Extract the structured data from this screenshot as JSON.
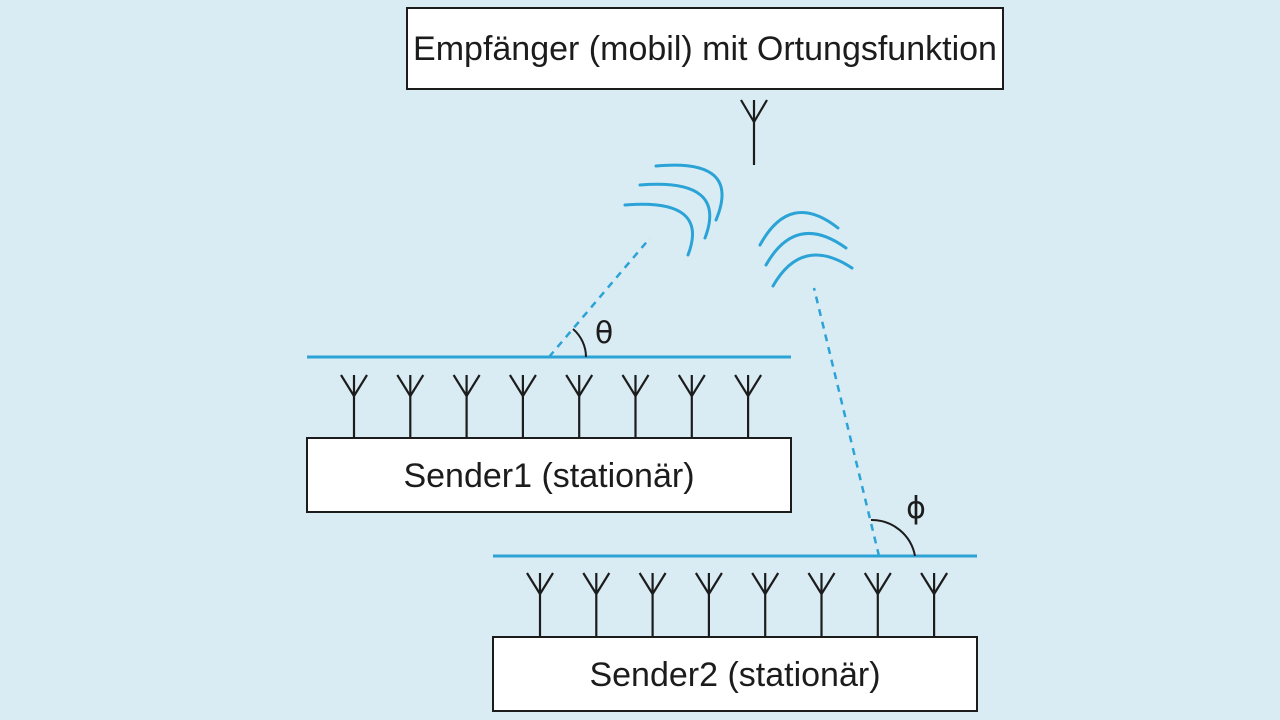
{
  "receiver": {
    "label": "Empfänger (mobil) mit Ortungsfunktion"
  },
  "sender1": {
    "label": "Sender1 (stationär)",
    "angle_symbol": "θ",
    "antenna_count": 8
  },
  "sender2": {
    "label": "Sender2 (stationär)",
    "angle_symbol": "ϕ",
    "antenna_count": 8
  },
  "colors": {
    "background": "#d9ecf4",
    "signal": "#2ba3d6",
    "line": "#1c1c1c",
    "box_fill": "#ffffff"
  }
}
